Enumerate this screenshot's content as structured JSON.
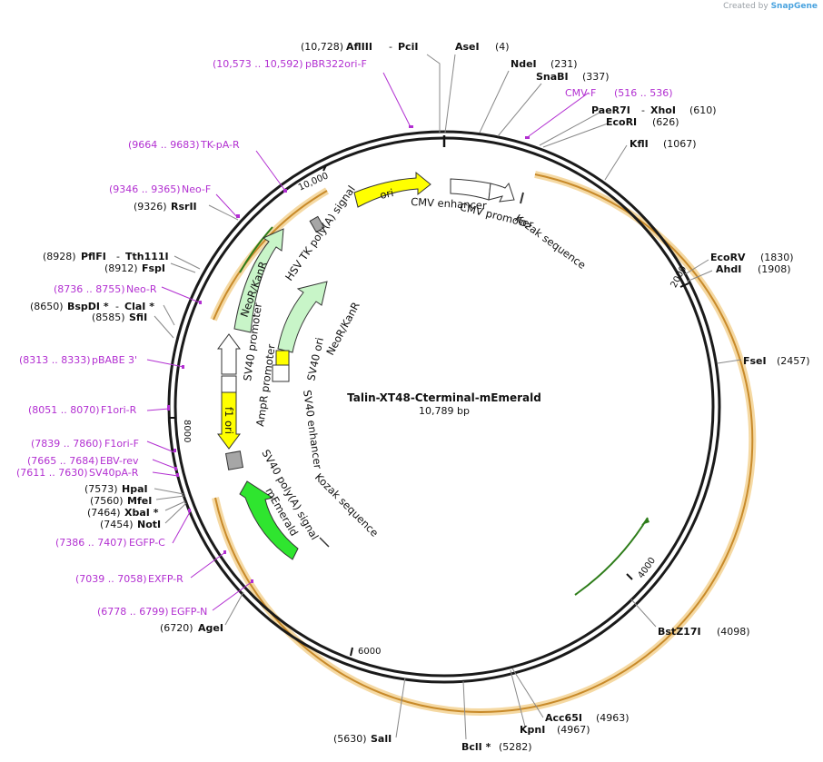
{
  "credit": {
    "prefix": "Created by",
    "brand": "SnapGene"
  },
  "plasmid": {
    "name": "Talin-XT48-Cterminal-mEmerald",
    "size": "10,789 bp"
  },
  "ticks": [
    "2000",
    "4000",
    "6000",
    "8000",
    "10,000"
  ],
  "sites": [
    {
      "text1": "(10,728)",
      "name1": "AflIII",
      "sep": "-",
      "name2": "PciI"
    },
    {
      "name": "AseI",
      "pos": "(4)"
    },
    {
      "name": "NdeI",
      "pos": "(231)"
    },
    {
      "name": "SnaBI",
      "pos": "(337)"
    },
    {
      "name": "PaeR7I",
      "sep": "-",
      "name2": "XhoI",
      "pos": "(610)"
    },
    {
      "name": "EcoRI",
      "pos": "(626)"
    },
    {
      "name": "KflI",
      "pos": "(1067)"
    },
    {
      "name": "EcoRV",
      "pos": "(1830)"
    },
    {
      "name": "AhdI",
      "pos": "(1908)"
    },
    {
      "name": "FseI",
      "pos": "(2457)"
    },
    {
      "name": "BstZ17I",
      "pos": "(4098)"
    },
    {
      "name": "Acc65I",
      "pos": "(4963)"
    },
    {
      "name": "KpnI",
      "pos": "(4967)"
    },
    {
      "name": "BclI *",
      "pos": "(5282)"
    },
    {
      "name": "SalI",
      "pos": "(5630)"
    },
    {
      "name": "AgeI",
      "pos": "(6720)"
    },
    {
      "name": "NotI",
      "pos": "(7454)"
    },
    {
      "name": "XbaI *",
      "pos": "(7464)"
    },
    {
      "name": "MfeI",
      "pos": "(7560)"
    },
    {
      "name": "HpaI",
      "pos": "(7573)"
    },
    {
      "name": "SfiI",
      "pos": "(8585)"
    },
    {
      "name": "BspDI *",
      "sep": "-",
      "name2": "ClaI *",
      "pos": "(8650)"
    },
    {
      "name": "FspI",
      "pos": "(8912)"
    },
    {
      "name": "PflFI",
      "sep": "-",
      "name2": "Tth111I",
      "pos": "(8928)"
    },
    {
      "name": "RsrII",
      "pos": "(9326)"
    }
  ],
  "primers": [
    {
      "range": "(10,573 .. 10,592)",
      "name": "pBR322ori-F"
    },
    {
      "name": "CMV-F",
      "range": "(516 .. 536)"
    },
    {
      "range": "(9664 .. 9683)",
      "name": "TK-pA-R"
    },
    {
      "range": "(9346 .. 9365)",
      "name": "Neo-F"
    },
    {
      "range": "(8736 .. 8755)",
      "name": "Neo-R"
    },
    {
      "range": "(8313 .. 8333)",
      "name": "pBABE 3'"
    },
    {
      "range": "(8051 .. 8070)",
      "name": "F1ori-R"
    },
    {
      "range": "(7839 .. 7860)",
      "name": "F1ori-F"
    },
    {
      "range": "(7665 .. 7684)",
      "name": "EBV-rev"
    },
    {
      "range": "(7611 .. 7630)",
      "name": "SV40pA-R"
    },
    {
      "range": "(7386 .. 7407)",
      "name": "EGFP-C"
    },
    {
      "range": "(7039 .. 7058)",
      "name": "EXFP-R"
    },
    {
      "range": "(6778 .. 6799)",
      "name": "EGFP-N"
    }
  ],
  "features": {
    "ori": "ori",
    "cmv_enhancer": "CMV enhancer",
    "cmv_promoter": "CMV promoter",
    "kozak1": "Kozak sequence",
    "hsv_tk": "HSV TK poly(A) signal",
    "neokan_outer": "NeoR/KanR",
    "neokan_inner": "NeoR/KanR",
    "sv40_ori": "SV40 ori",
    "sv40_promoter": "SV40 promoter",
    "sv40_enhancer": "SV40 enhancer",
    "ampr_promoter": "AmpR promoter",
    "f1_ori": "f1 ori",
    "sv40_polya": "SV40 poly(A) signal",
    "memerald": "mEmerald",
    "kozak2": "Kozak sequence"
  },
  "colors": {
    "backbone": "#1a1a1a",
    "highlight": "#f5d9a3",
    "orf": "#c88a2a",
    "primer": "#b22fd1",
    "yellow": "#ffff00",
    "lightgreen": "#c8f5c8",
    "green": "#2fe52f",
    "grey": "#a6a6a6"
  }
}
